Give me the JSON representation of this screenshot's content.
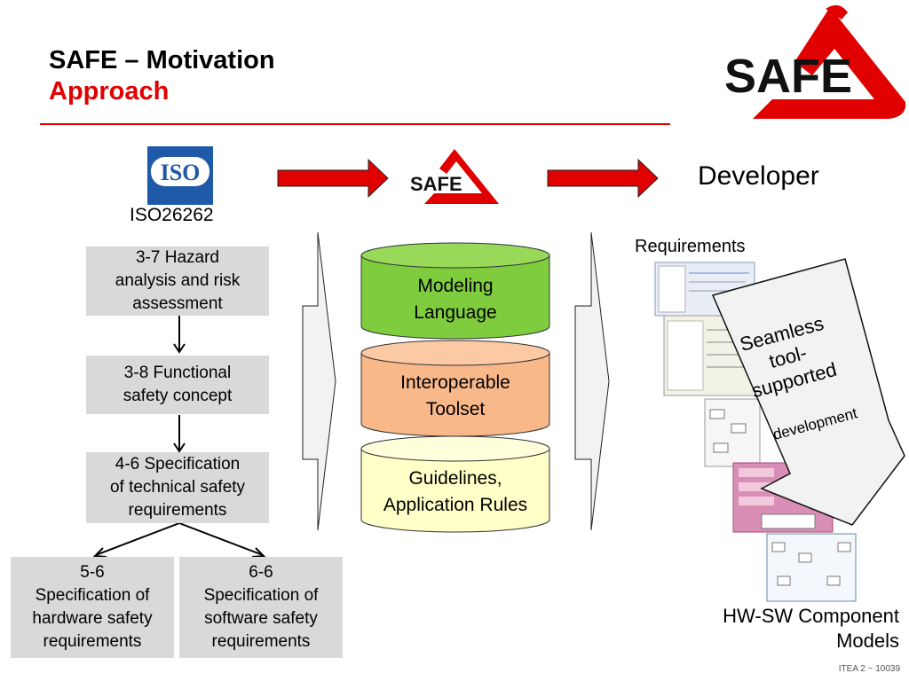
{
  "slide": {
    "title": "SAFE – Motivation",
    "subtitle": "Approach"
  },
  "logo": {
    "text": "SAFE",
    "accent_color": "#e00000"
  },
  "iso": {
    "badge_text": "ISO",
    "label": "ISO26262"
  },
  "developer": {
    "label": "Developer"
  },
  "requirements": {
    "label": "Requirements"
  },
  "models": {
    "label_line1": "HW-SW Component",
    "label_line2": "Models"
  },
  "process_steps": [
    {
      "line1": "3-7 Hazard",
      "line2": "analysis and risk",
      "line3": "assessment"
    },
    {
      "line1": "3-8 Functional",
      "line2": "safety concept",
      "line3": ""
    },
    {
      "line1": "4-6 Specification",
      "line2": "of technical safety",
      "line3": "requirements"
    }
  ],
  "sub_steps": [
    {
      "line1": "5-6",
      "line2": "Specification of",
      "line3": "hardware safety",
      "line4": "requirements"
    },
    {
      "line1": "6-6",
      "line2": "Specification of",
      "line3": "software safety",
      "line4": "requirements"
    }
  ],
  "stack": [
    {
      "line1": "Modeling",
      "line2": "Language",
      "color": "#7fcc3f"
    },
    {
      "line1": "Interoperable",
      "line2": "Toolset",
      "color": "#f9b88a"
    },
    {
      "line1": "Guidelines,",
      "line2": "Application Rules",
      "color": "#ffffc8"
    }
  ],
  "callout": {
    "line1": "Seamless",
    "line2": "tool-",
    "line3": "supported",
    "line4": "development"
  },
  "footer": {
    "text": "ITEA 2 ~ 10039"
  }
}
